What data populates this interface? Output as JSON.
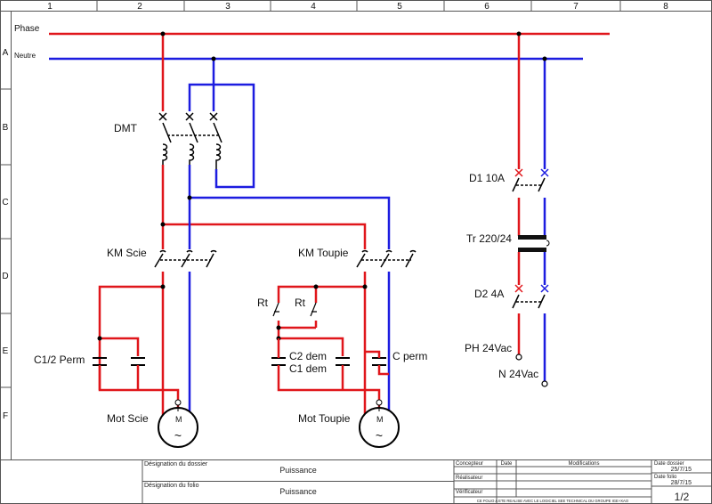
{
  "grid": {
    "columns": [
      "1",
      "2",
      "3",
      "4",
      "5",
      "6",
      "7",
      "8"
    ],
    "rows": [
      "A",
      "B",
      "C",
      "D",
      "E",
      "F"
    ]
  },
  "bus": {
    "phase_label": "Phase",
    "neutral_label": "Neutre"
  },
  "components": {
    "dmt": "DMT",
    "km_scie": "KM Scie",
    "km_toupie": "KM Toupie",
    "rt1": "Rt",
    "rt2": "Rt",
    "c_half_perm": "C1/2 Perm",
    "c2_dem": "C2 dem",
    "c1_dem": "C1 dem",
    "c_perm": "C perm",
    "mot_scie": "Mot Scie",
    "mot_toupie": "Mot Toupie",
    "d1": "D1 10A",
    "tr": "Tr 220/24",
    "d2": "D2 4A",
    "ph24": "PH 24Vac",
    "n24": "N 24Vac",
    "motor_symbol": "~",
    "motor_m": "M"
  },
  "colors": {
    "phase": "#e0161b",
    "neutral": "#1c1ce0"
  },
  "title_block": {
    "designation_dossier_label": "Désignation du dossier",
    "designation_dossier_value": "Puissance",
    "designation_folio_label": "Désignation du folio",
    "designation_folio_value": "Puissance",
    "concepteur_label": "Concepteur",
    "realisateur_label": "Réalisateur",
    "verificateur_label": "Vérificateur",
    "date_header": "Date",
    "modifications_header": "Modifications",
    "date_dossier_label": "Date dossier",
    "date_dossier_value": "25/7/15",
    "date_folio_label": "Date folio",
    "date_folio_value": "28/7/15",
    "folio_number": "1/2",
    "footer_note": "CE FOLIO A ETE REALISE AVEC LE LOGICIEL SEE TECHNICAL DU GROUPE IGE+XAO"
  }
}
